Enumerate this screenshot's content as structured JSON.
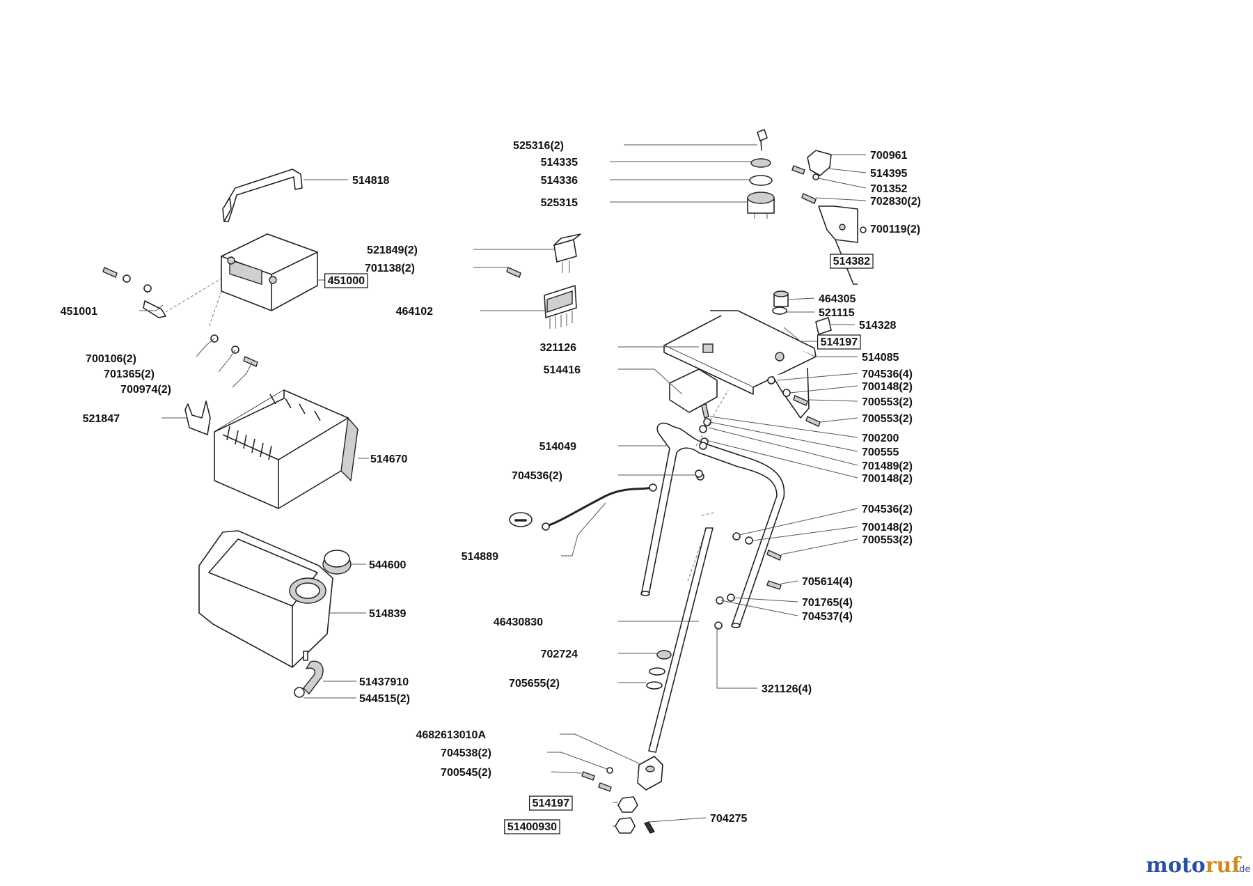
{
  "brand": {
    "name_a": "moto",
    "name_b": "ruf",
    "suffix": ".de",
    "color_a": "#2a4fa0",
    "color_b": "#d38a18"
  },
  "labels": [
    "514818",
    "451000",
    "451001",
    "700106(2)",
    "701365(2)",
    "700974(2)",
    "521847",
    "514670",
    "544600",
    "514839",
    "51437910",
    "544515(2)",
    "521849(2)",
    "701138(2)",
    "464102",
    "525316(2)",
    "514335",
    "514336",
    "525315",
    "700961",
    "514395",
    "701352",
    "702830(2)",
    "700119(2)",
    "514382",
    "464305",
    "521115",
    "514328",
    "514197",
    "514085",
    "321126",
    "514416",
    "704536(4)",
    "700148(2)",
    "700553(2)",
    "700553(2)",
    "700200",
    "700555",
    "701489(2)",
    "700148(2)",
    "514049",
    "704536(2)",
    "514889",
    "704536(2)",
    "700148(2)",
    "700553(2)",
    "705614(4)",
    "701765(4)",
    "704537(4)",
    "46430830",
    "702724",
    "705655(2)",
    "321126(4)",
    "4682613010A",
    "704538(2)",
    "700545(2)",
    "514197",
    "704275",
    "51400930"
  ]
}
